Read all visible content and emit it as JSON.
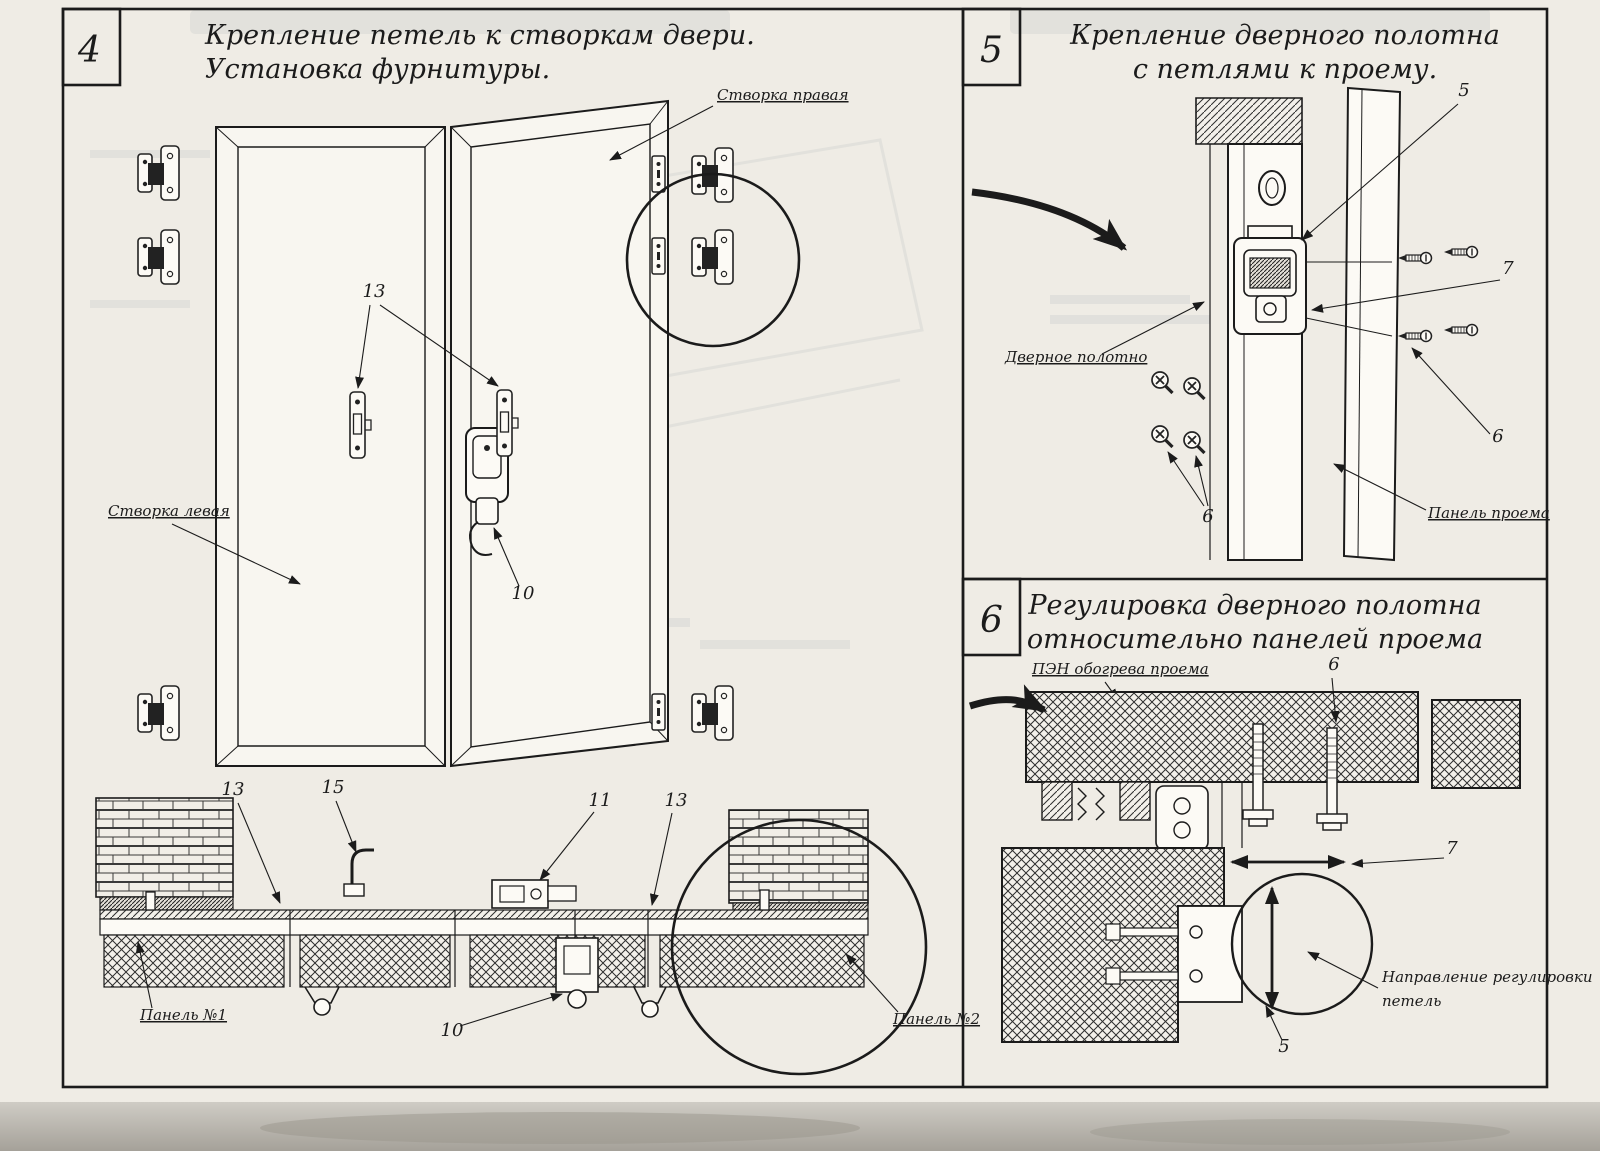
{
  "panel4": {
    "number": "4",
    "title_line1": "Крепление петель к створкам двери.",
    "title_line2": "Установка фурнитуры.",
    "label_right_leaf": "Створка правая",
    "label_left_leaf": "Створка левая",
    "label_panel1": "Панель №1",
    "label_panel2": "Панель №2",
    "callout_13_top": "13",
    "callout_10_handle": "10",
    "callout_13_left": "13",
    "callout_15": "15",
    "callout_11": "11",
    "callout_13_right": "13",
    "callout_10_bottom": "10"
  },
  "panel5": {
    "number": "5",
    "title_line1": "Крепление дверного полотна",
    "title_line2": "с петлями к проему.",
    "label_door_leaf": "Дверное полотно",
    "label_opening_panel": "Панель проема",
    "callout_5": "5",
    "callout_7": "7",
    "callout_6_right": "6",
    "callout_6_left": "6"
  },
  "panel6": {
    "number": "6",
    "title_line1": "Регулировка дверного полотна",
    "title_line2": "относительно панелей проема",
    "label_heater": "ПЭН обогрева проема",
    "label_direction_line1": "Направление регулировки",
    "label_direction_line2": "петель",
    "callout_6": "6",
    "callout_7": "7",
    "callout_5": "5"
  }
}
